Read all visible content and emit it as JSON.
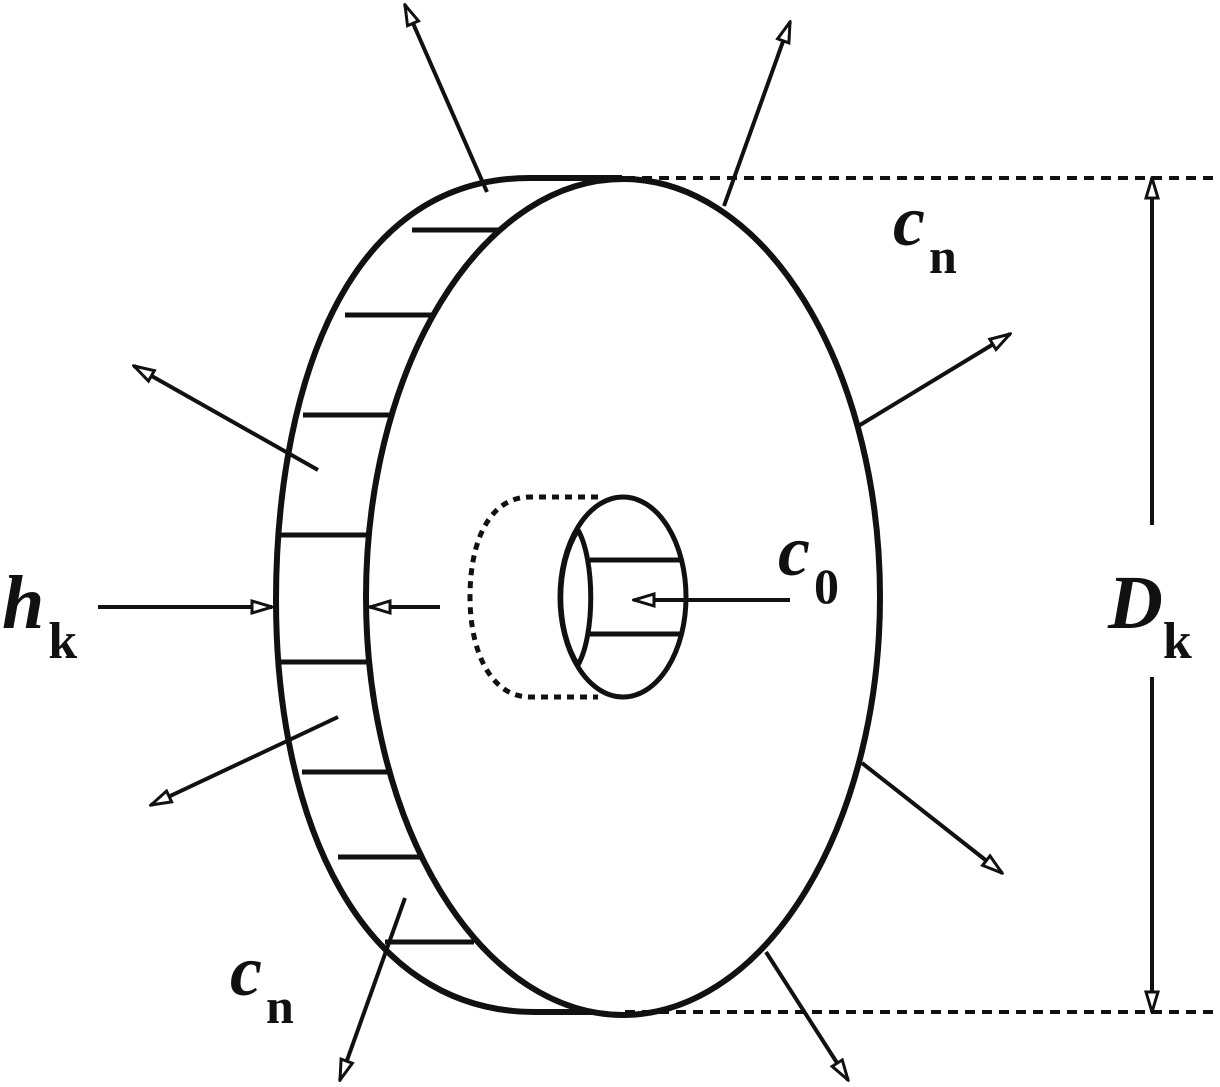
{
  "labels": {
    "cn_top": {
      "main": "c",
      "sub": "n"
    },
    "cn_bottom": {
      "main": "c",
      "sub": "n"
    },
    "c0": {
      "main": "c",
      "sub": "0"
    },
    "hk": {
      "main": "h",
      "sub": "k"
    },
    "dk": {
      "main": "D",
      "sub": "k"
    }
  },
  "colors": {
    "stroke": "#111111",
    "background": "#ffffff"
  }
}
